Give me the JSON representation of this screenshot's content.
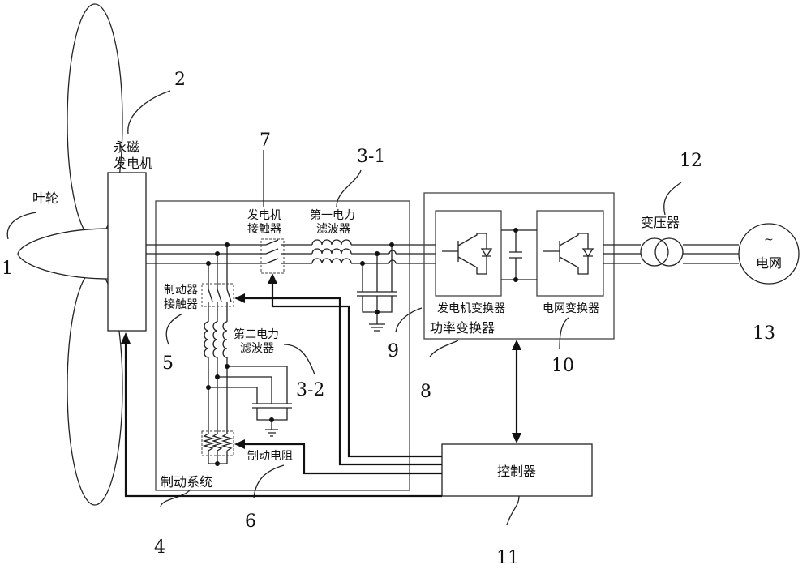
{
  "labels": {
    "impeller": "叶轮",
    "pm_generator_line1": "永磁",
    "pm_generator_line2": "发电机",
    "generator_contactor_line1": "发电机",
    "generator_contactor_line2": "接触器",
    "first_filter_line1": "第一电力",
    "first_filter_line2": "滤波器",
    "brake_contactor_line1": "制动器",
    "brake_contactor_line2": "接触器",
    "second_filter_line1": "第二电力",
    "second_filter_line2": "滤波器",
    "brake_resistor": "制动电阻",
    "brake_system": "制动系统",
    "generator_converter": "发电机变换器",
    "grid_converter": "电网变换器",
    "power_converter": "功率变换器",
    "transformer": "变压器",
    "grid_symbol": "~",
    "grid": "电网",
    "controller": "控制器"
  },
  "numbers": {
    "n1": "1",
    "n2": "2",
    "n3_1": "3-1",
    "n3_2": "3-2",
    "n4": "4",
    "n5": "5",
    "n6": "6",
    "n7": "7",
    "n8": "8",
    "n9": "9",
    "n10": "10",
    "n11": "11",
    "n12": "12",
    "n13": "13"
  }
}
